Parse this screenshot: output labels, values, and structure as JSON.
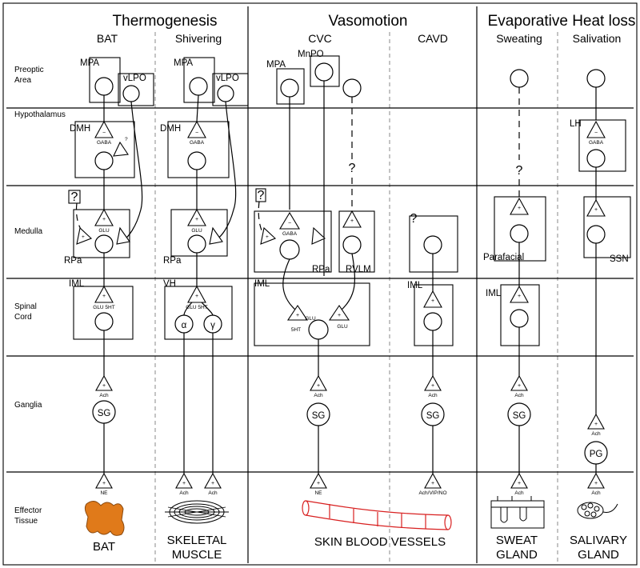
{
  "groups": {
    "thermogenesis": "Thermogenesis",
    "vasomotion": "Vasomotion",
    "evaporative": "Evaporative Heat loss"
  },
  "columns": {
    "bat": "BAT",
    "shivering": "Shivering",
    "cvc": "CVC",
    "cavd": "CAVD",
    "sweating": "Sweating",
    "salivation": "Salivation"
  },
  "rows": {
    "preoptic_1": "Preoptic",
    "preoptic_2": "Area",
    "hypothalamus": "Hypothalamus",
    "medulla": "Medulla",
    "spinal_1": "Spinal",
    "spinal_2": "Cord",
    "ganglia": "Ganglia",
    "effector_1": "Effector",
    "effector_2": "Tissue"
  },
  "nuclei": {
    "mpa": "MPA",
    "vlpo": "vLPO",
    "mnpo": "MnPO",
    "dmh": "DMH",
    "lh": "LH",
    "rpa": "RPa",
    "rvlm": "RVLM",
    "parafacial": "Parafacial",
    "ssn": "SSN",
    "iml": "IML",
    "vh": "VH",
    "sg": "SG",
    "pg": "PG",
    "alpha": "α",
    "gamma": "γ"
  },
  "transmitters": {
    "gaba": "GABA",
    "glu": "GLU",
    "sht": "5HT",
    "glu_sht": "GLU 5HT",
    "ach": "Ach",
    "ne": "NE",
    "ach_vip_no": "Ach/VIP/NO"
  },
  "signs": {
    "plus": "+",
    "minus": "−",
    "question": "?"
  },
  "effectors": {
    "bat": "BAT",
    "skeletal_1": "SKELETAL",
    "skeletal_2": "MUSCLE",
    "skin": "SKIN BLOOD VESSELS",
    "sweat_1": "SWEAT",
    "sweat_2": "GLAND",
    "salivary_1": "SALIVARY",
    "salivary_2": "GLAND"
  },
  "colors": {
    "bat_tissue": "#e07a1a",
    "blood_vessel": "#d82020"
  }
}
